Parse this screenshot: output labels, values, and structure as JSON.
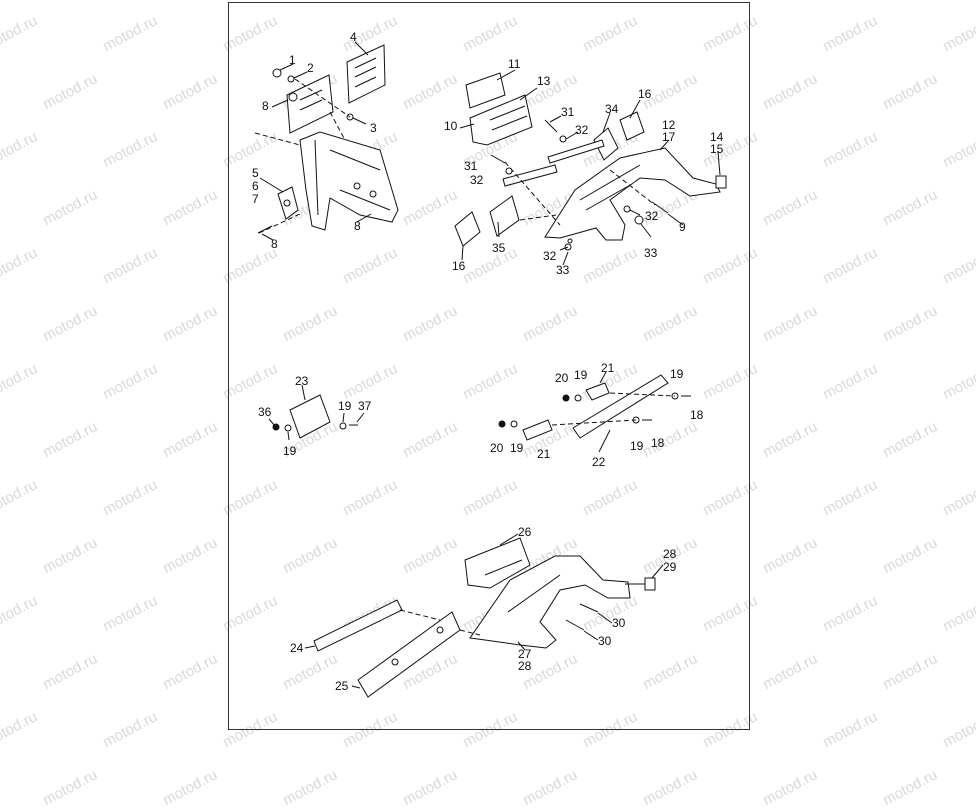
{
  "watermark": {
    "text": "motod.ru",
    "color": "#d9d9d9"
  },
  "diagram": {
    "stroke_color": "#111111",
    "callouts": [
      {
        "id": "c1",
        "text": "1"
      },
      {
        "id": "c2",
        "text": "2"
      },
      {
        "id": "c3",
        "text": "3"
      },
      {
        "id": "c4",
        "text": "4"
      },
      {
        "id": "c5",
        "text": "5"
      },
      {
        "id": "c6",
        "text": "6"
      },
      {
        "id": "c7",
        "text": "7"
      },
      {
        "id": "c8a",
        "text": "8"
      },
      {
        "id": "c8b",
        "text": "8"
      },
      {
        "id": "c8c",
        "text": "8"
      },
      {
        "id": "c9",
        "text": "9"
      },
      {
        "id": "c10",
        "text": "10"
      },
      {
        "id": "c11",
        "text": "11"
      },
      {
        "id": "c12",
        "text": "12"
      },
      {
        "id": "c13",
        "text": "13"
      },
      {
        "id": "c14",
        "text": "14"
      },
      {
        "id": "c15",
        "text": "15"
      },
      {
        "id": "c16a",
        "text": "16"
      },
      {
        "id": "c16b",
        "text": "16"
      },
      {
        "id": "c17",
        "text": "17"
      },
      {
        "id": "c31a",
        "text": "31"
      },
      {
        "id": "c31b",
        "text": "31"
      },
      {
        "id": "c32a",
        "text": "32"
      },
      {
        "id": "c32b",
        "text": "32"
      },
      {
        "id": "c32c",
        "text": "32"
      },
      {
        "id": "c32d",
        "text": "32"
      },
      {
        "id": "c33a",
        "text": "33"
      },
      {
        "id": "c33b",
        "text": "33"
      },
      {
        "id": "c34",
        "text": "34"
      },
      {
        "id": "c35",
        "text": "35"
      },
      {
        "id": "c23",
        "text": "23"
      },
      {
        "id": "c36",
        "text": "36"
      },
      {
        "id": "c19a",
        "text": "19"
      },
      {
        "id": "c37",
        "text": "37"
      },
      {
        "id": "c19b",
        "text": "19"
      },
      {
        "id": "c20a",
        "text": "20"
      },
      {
        "id": "c19c",
        "text": "19"
      },
      {
        "id": "c21a",
        "text": "21"
      },
      {
        "id": "c19d",
        "text": "19"
      },
      {
        "id": "c18a",
        "text": "18"
      },
      {
        "id": "c20b",
        "text": "20"
      },
      {
        "id": "c19e",
        "text": "19"
      },
      {
        "id": "c21b",
        "text": "21"
      },
      {
        "id": "c22",
        "text": "22"
      },
      {
        "id": "c19f",
        "text": "19"
      },
      {
        "id": "c18b",
        "text": "18"
      },
      {
        "id": "c26",
        "text": "26"
      },
      {
        "id": "c28a",
        "text": "28"
      },
      {
        "id": "c29",
        "text": "29"
      },
      {
        "id": "c30a",
        "text": "30"
      },
      {
        "id": "c30b",
        "text": "30"
      },
      {
        "id": "c24",
        "text": "24"
      },
      {
        "id": "c27",
        "text": "27"
      },
      {
        "id": "c28b",
        "text": "28"
      },
      {
        "id": "c25",
        "text": "25"
      }
    ]
  }
}
